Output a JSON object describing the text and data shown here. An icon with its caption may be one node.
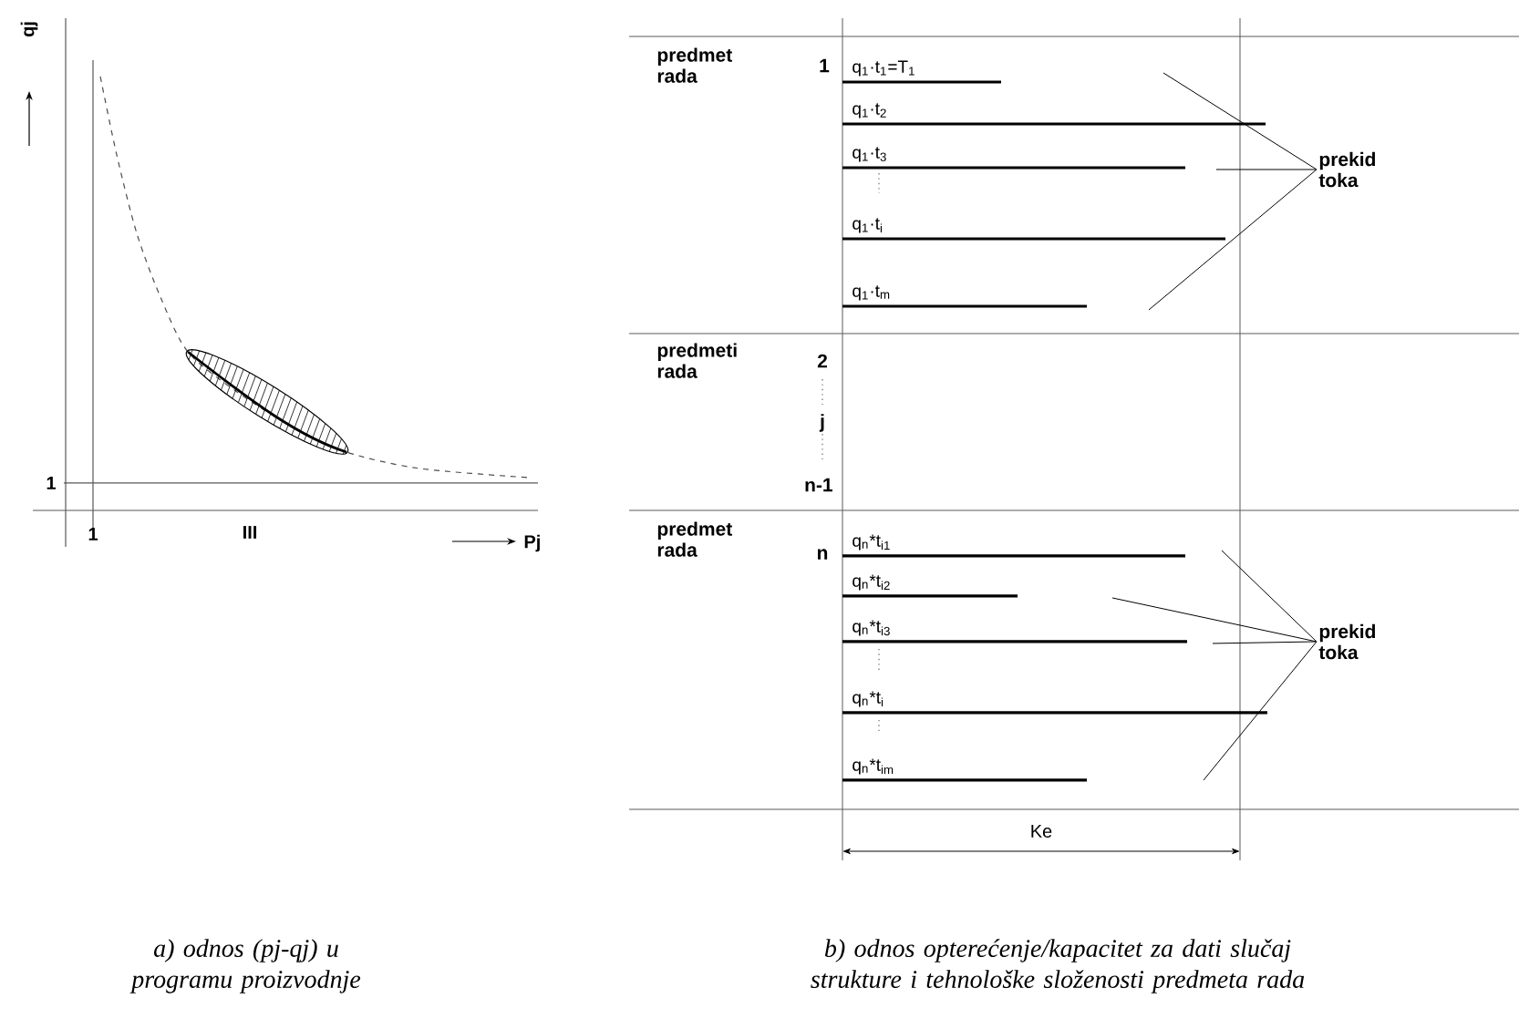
{
  "diagram": {
    "nodes": [
      {
        "text": [
          "q$_{1}$·t$_{1}$=T$_{1}$"
        ]
      },
      {
        "text": [
          "q$_{1}$·t$_{2}$"
        ]
      },
      {
        "text": [
          "q$_{1}$·t$_{3}$"
        ]
      },
      {
        "text": [
          "q$_{1}$·t$_{i}$"
        ]
      },
      {
        "text": [
          "q$_{1}$·t$_{m}$"
        ]
      },
      {
        "text": [
          "prekid toka"
        ]
      },
      {
        "text": [
          "q$_{n}$*t$_{i1}$"
        ]
      },
      {
        "text": [
          "q$_{n}$*t$_{i2}$"
        ]
      },
      {
        "text": [
          "q$_{n}$*t$_{i3}$"
        ]
      },
      {
        "text": [
          "q$_{n}$*t$_{i}$"
        ]
      },
      {
        "text": [
          "q$_{n}$*t$_{im}$"
        ]
      },
      {
        "text": [
          "prekid toka"
        ]
      }
    ],
    "edges": [
      {
        "from": 5,
        "to": null,
        "arrow": "none"
      },
      {
        "from": 5,
        "to": null,
        "arrow": "none"
      },
      {
        "from": 5,
        "to": null,
        "arrow": "none"
      },
      {
        "from": 11,
        "to": null,
        "arrow": "none"
      },
      {
        "from": 11,
        "to": null,
        "arrow": "none"
      },
      {
        "from": 11,
        "to": null,
        "arrow": "none"
      },
      {
        "from": 11,
        "to": null,
        "arrow": "none"
      }
    ],
    "labels": [
      "qj",
      "1",
      "1",
      "III",
      "Pj",
      "predmet rada",
      "1",
      "predmeti rada",
      "2",
      "j",
      "n-1",
      "predmet rada",
      "n",
      "Ke",
      "a) odnos (pj-qj) u programu proizvodnje",
      "b) odnos opterećenje/kapacitet za dati slučaj strukture i tehnološke složenosti predmeta rada"
    ]
  }
}
